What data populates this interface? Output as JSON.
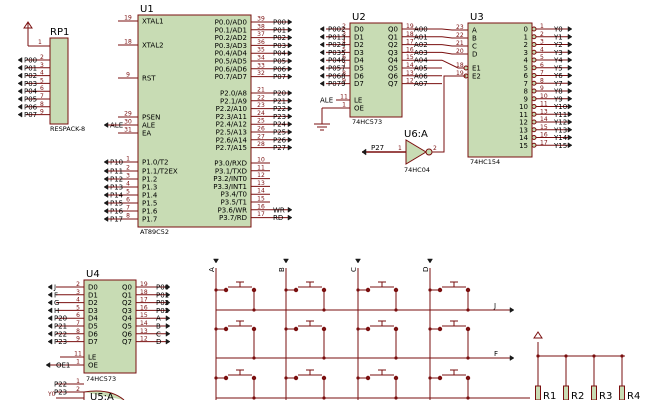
{
  "rp1": {
    "title": "RP1",
    "subtitle": "RESPACK-8",
    "common_pin": "1",
    "pins": [
      "2",
      "3",
      "4",
      "5",
      "6",
      "7",
      "8",
      "9"
    ],
    "nets": [
      "P00",
      "P01",
      "P02",
      "P03",
      "P04",
      "P05",
      "P06",
      "P07"
    ]
  },
  "u1": {
    "title": "U1",
    "subtitle": "AT89C52",
    "left": [
      {
        "pin": "19",
        "name": "XTAL1",
        "net": ""
      },
      {
        "pin": "18",
        "name": "XTAL2",
        "net": ""
      },
      {
        "pin": "9",
        "name": "RST",
        "net": ""
      },
      {
        "pin": "29",
        "name": "PSEN",
        "net": ""
      },
      {
        "pin": "30",
        "name": "ALE",
        "net": "ALE"
      },
      {
        "pin": "31",
        "name": "EA",
        "net": ""
      },
      {
        "pin": "1",
        "name": "P1.0/T2",
        "net": "P10"
      },
      {
        "pin": "2",
        "name": "P1.1/T2EX",
        "net": "P11"
      },
      {
        "pin": "3",
        "name": "P1.2",
        "net": "P12"
      },
      {
        "pin": "4",
        "name": "P1.3",
        "net": "P13"
      },
      {
        "pin": "5",
        "name": "P1.4",
        "net": "P14"
      },
      {
        "pin": "6",
        "name": "P1.5",
        "net": "P15"
      },
      {
        "pin": "7",
        "name": "P1.6",
        "net": "P16"
      },
      {
        "pin": "8",
        "name": "P1.7",
        "net": "P17"
      }
    ],
    "right": [
      {
        "pin": "39",
        "name": "P0.0/AD0",
        "net": "P00"
      },
      {
        "pin": "38",
        "name": "P0.1/AD1",
        "net": "P01"
      },
      {
        "pin": "37",
        "name": "P0.2/AD2",
        "net": "P02"
      },
      {
        "pin": "36",
        "name": "P0.3/AD3",
        "net": "P03"
      },
      {
        "pin": "35",
        "name": "P0.4/AD4",
        "net": "P04"
      },
      {
        "pin": "34",
        "name": "P0.5/AD5",
        "net": "P05"
      },
      {
        "pin": "33",
        "name": "P0.6/AD6",
        "net": "P06"
      },
      {
        "pin": "32",
        "name": "P0.7/AD7",
        "net": "P07"
      },
      {
        "pin": "21",
        "name": "P2.0/A8",
        "net": "P20"
      },
      {
        "pin": "22",
        "name": "P2.1/A9",
        "net": "P21"
      },
      {
        "pin": "23",
        "name": "P2.2/A10",
        "net": "P22"
      },
      {
        "pin": "24",
        "name": "P2.3/A11",
        "net": "P23"
      },
      {
        "pin": "25",
        "name": "P2.4/A12",
        "net": "P24"
      },
      {
        "pin": "26",
        "name": "P2.5/A13",
        "net": "P25"
      },
      {
        "pin": "27",
        "name": "P2.6/A14",
        "net": "P26"
      },
      {
        "pin": "28",
        "name": "P2.7/A15",
        "net": "P27"
      },
      {
        "pin": "10",
        "name": "P3.0/RXD",
        "net": ""
      },
      {
        "pin": "11",
        "name": "P3.1/TXD",
        "net": ""
      },
      {
        "pin": "12",
        "name": "P3.2/INT0",
        "net": ""
      },
      {
        "pin": "13",
        "name": "P3.3/INT1",
        "net": ""
      },
      {
        "pin": "14",
        "name": "P3.4/T0",
        "net": ""
      },
      {
        "pin": "15",
        "name": "P3.5/T1",
        "net": ""
      },
      {
        "pin": "16",
        "name": "P3.6/WR",
        "net": "WR"
      },
      {
        "pin": "17",
        "name": "P3.7/RD",
        "net": "RD"
      }
    ]
  },
  "u2": {
    "title": "U2",
    "subtitle": "74HC573",
    "left": [
      {
        "pin": "2",
        "name": "D0",
        "net": "P002"
      },
      {
        "pin": "3",
        "name": "D1",
        "net": "P013"
      },
      {
        "pin": "4",
        "name": "D2",
        "net": "P024"
      },
      {
        "pin": "5",
        "name": "D3",
        "net": "P035"
      },
      {
        "pin": "6",
        "name": "D4",
        "net": "P046"
      },
      {
        "pin": "7",
        "name": "D5",
        "net": "P057"
      },
      {
        "pin": "8",
        "name": "D6",
        "net": "P068"
      },
      {
        "pin": "9",
        "name": "D7",
        "net": "P079"
      }
    ],
    "right": [
      {
        "pin": "19",
        "name": "Q0",
        "net": "A00"
      },
      {
        "pin": "18",
        "name": "Q1",
        "net": "A01"
      },
      {
        "pin": "17",
        "name": "Q2",
        "net": "A02"
      },
      {
        "pin": "16",
        "name": "Q3",
        "net": "A03"
      },
      {
        "pin": "15",
        "name": "Q4",
        "net": "A04"
      },
      {
        "pin": "14",
        "name": "Q5",
        "net": "A05"
      },
      {
        "pin": "13",
        "name": "Q6",
        "net": "A06"
      },
      {
        "pin": "12",
        "name": "Q7",
        "net": "A07"
      }
    ],
    "le": {
      "pin": "11",
      "name": "LE",
      "net": "ALE"
    },
    "oe": {
      "pin": "1",
      "name": "OE"
    }
  },
  "u3": {
    "title": "U3",
    "subtitle": "74HC154",
    "left": [
      {
        "pin": "23",
        "name": "A"
      },
      {
        "pin": "22",
        "name": "B"
      },
      {
        "pin": "21",
        "name": "C"
      },
      {
        "pin": "20",
        "name": "D"
      },
      {
        "pin": "18",
        "name": "E1"
      },
      {
        "pin": "19",
        "name": "E2"
      }
    ],
    "right": [
      {
        "pin": "1",
        "idx": "0",
        "net": "Y0"
      },
      {
        "pin": "2",
        "idx": "1",
        "net": "Y1"
      },
      {
        "pin": "3",
        "idx": "2",
        "net": "Y2"
      },
      {
        "pin": "4",
        "idx": "3",
        "net": "Y3"
      },
      {
        "pin": "5",
        "idx": "4",
        "net": "Y4"
      },
      {
        "pin": "6",
        "idx": "5",
        "net": "Y5"
      },
      {
        "pin": "7",
        "idx": "6",
        "net": "Y6"
      },
      {
        "pin": "8",
        "idx": "7",
        "net": "Y7"
      },
      {
        "pin": "9",
        "idx": "8",
        "net": "Y8"
      },
      {
        "pin": "10",
        "idx": "9",
        "net": "Y9"
      },
      {
        "pin": "11",
        "idx": "10",
        "net": "Y10"
      },
      {
        "pin": "13",
        "idx": "11",
        "net": "Y11"
      },
      {
        "pin": "14",
        "idx": "12",
        "net": "Y12"
      },
      {
        "pin": "15",
        "idx": "13",
        "net": "Y13"
      },
      {
        "pin": "16",
        "idx": "14",
        "net": "Y14"
      },
      {
        "pin": "17",
        "idx": "15",
        "net": "Y15"
      }
    ]
  },
  "u6a": {
    "title": "U6:A",
    "subtitle": "74HC04",
    "in_pin": "1",
    "out_pin": "2",
    "in_net": "P27"
  },
  "u4": {
    "title": "U4",
    "subtitle": "74HC573",
    "left": [
      {
        "pin": "2",
        "name": "D0",
        "net": "J"
      },
      {
        "pin": "3",
        "name": "D1",
        "net": "F"
      },
      {
        "pin": "4",
        "name": "D2",
        "net": "G"
      },
      {
        "pin": "5",
        "name": "D3",
        "net": "H"
      },
      {
        "pin": "6",
        "name": "D4",
        "net": "P20"
      },
      {
        "pin": "7",
        "name": "D5",
        "net": "P21"
      },
      {
        "pin": "8",
        "name": "D6",
        "net": "P22"
      },
      {
        "pin": "9",
        "name": "D7",
        "net": "P23"
      }
    ],
    "right": [
      {
        "pin": "19",
        "name": "Q0",
        "net": "P00"
      },
      {
        "pin": "18",
        "name": "Q1",
        "net": "P01"
      },
      {
        "pin": "17",
        "name": "Q2",
        "net": "P02"
      },
      {
        "pin": "16",
        "name": "Q3",
        "net": "P03"
      },
      {
        "pin": "15",
        "name": "Q4",
        "net": "A"
      },
      {
        "pin": "14",
        "name": "Q5",
        "net": "B"
      },
      {
        "pin": "13",
        "name": "Q6",
        "net": "C"
      },
      {
        "pin": "12",
        "name": "Q7",
        "net": "D"
      }
    ],
    "le": {
      "pin": "11",
      "name": "LE"
    },
    "oe": {
      "pin": "1",
      "name": "OE",
      "net": "OE1"
    }
  },
  "keypad": {
    "columns": [
      "A",
      "B",
      "C",
      "D"
    ],
    "rows": [
      "J",
      "F"
    ]
  },
  "u5_label": "U5:A",
  "u5_net": "Y0",
  "u5_pins": [
    "1",
    "2"
  ],
  "u5_nets": [
    "P22",
    "P23"
  ],
  "resistors": [
    "R1",
    "R2",
    "R3",
    "R4"
  ]
}
